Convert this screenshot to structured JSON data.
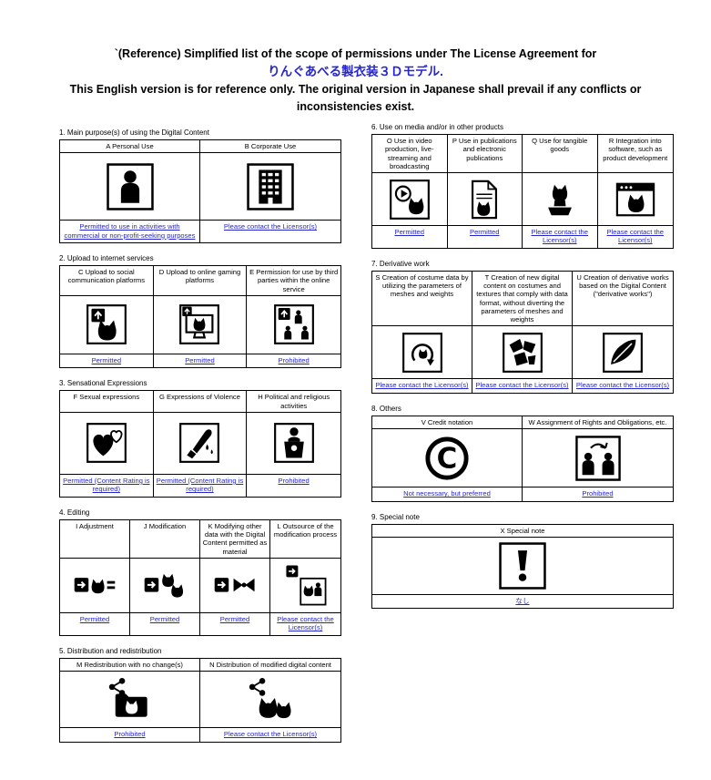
{
  "page": {
    "title_prefix": "`(Reference) Simplified list of the scope of permissions under The License Agreement for",
    "title_model": "りんぐあべる製衣装３Ｄモデル.",
    "disclaimer": "This English version is for reference only. The original version in Japanese shall prevail if any conflicts or inconsistencies exist."
  },
  "colors": {
    "accent": "#2626cd",
    "text": "#000000"
  },
  "sections": [
    {
      "title": "1. Main purpose(s) of using the Digital Content",
      "items": [
        {
          "label": "A Personal Use",
          "icon": "person-icon",
          "status": "Permitted to use in activities with commercial or non-profit-seeking purposes"
        },
        {
          "label": "B  Corporate Use",
          "icon": "building-icon",
          "status": "Please contact the Licensor(s)"
        }
      ]
    },
    {
      "title": "2. Upload to internet services",
      "items": [
        {
          "label": "C Upload to social communication platforms",
          "icon": "upload-social-icon",
          "status": "Permitted"
        },
        {
          "label": "D Upload to online gaming platforms",
          "icon": "upload-gaming-icon",
          "status": "Permitted"
        },
        {
          "label": "E Permission for use by third parties within the online service",
          "icon": "third-party-icon",
          "status": "Prohibited"
        }
      ]
    },
    {
      "title": "3. Sensational Expressions",
      "items": [
        {
          "label": "F Sexual expressions",
          "icon": "hearts-icon",
          "status": "Permitted (Content Rating is required)"
        },
        {
          "label": "G Expressions of Violence",
          "icon": "violence-icon",
          "status": "Permitted (Content Rating is required)"
        },
        {
          "label": "H Political and religious activities",
          "icon": "political-icon",
          "status": "Prohibited"
        }
      ]
    },
    {
      "title": "4. Editing",
      "items": [
        {
          "label": "I Adjustment",
          "icon": "adjustment-icon",
          "status": "Permitted"
        },
        {
          "label": "J Modification",
          "icon": "modification-icon",
          "status": "Permitted"
        },
        {
          "label": "K Modifying other data with the Digital Content permitted as material",
          "icon": "material-icon",
          "status": "Permitted"
        },
        {
          "label": "L Outsource of the modification process",
          "icon": "outsource-icon",
          "status": "Please contact the Licensor(s)"
        }
      ]
    },
    {
      "title": "5. Distribution and redistribution",
      "items": [
        {
          "label": "M Redistribution with no change(s)",
          "icon": "redistribution-icon",
          "status": "Prohibited"
        },
        {
          "label": "N Distribution of modified digital content",
          "icon": "distribute-modified-icon",
          "status": "Please contact the Licensor(s)"
        }
      ]
    },
    {
      "title": "6. Use on media and/or in other products",
      "items": [
        {
          "label": "O Use in video production, live-streaming and broadcasting",
          "icon": "video-icon",
          "status": "Permitted"
        },
        {
          "label": "P Use in publications and electronic publications",
          "icon": "publication-icon",
          "status": "Permitted"
        },
        {
          "label": "Q Use for tangible goods",
          "icon": "goods-icon",
          "status": "Please contact the Licensor(s)"
        },
        {
          "label": "R Integration into software, such as product development",
          "icon": "software-icon",
          "status": "Please contact the Licensor(s)"
        }
      ]
    },
    {
      "title": "7. Derivative work",
      "items": [
        {
          "label": "S Creation of costume data by utilizing the parameters of meshes and weights",
          "icon": "costume-data-icon",
          "status": "Please contact the Licensor(s)"
        },
        {
          "label": "T Creation of new digital content on costumes and textures that comply with data format, without diverting the parameters of meshes and weights",
          "icon": "new-content-icon",
          "status": "Please contact the Licensor(s)"
        },
        {
          "label": "U Creation of derivative works based on the Digital Content (\"derivative works\")",
          "icon": "derivative-pen-icon",
          "status": "Please contact the Licensor(s)"
        }
      ]
    },
    {
      "title": "8. Others",
      "items": [
        {
          "label": "V Credit notation",
          "icon": "copyright-icon",
          "status": "Not necessary, but preferred"
        },
        {
          "label": "W Assignment of Rights and Obligations, etc.",
          "icon": "assignment-icon",
          "status": "Prohibited"
        }
      ]
    },
    {
      "title": "9. Special note",
      "items": [
        {
          "label": "X Special note",
          "icon": "exclamation-icon",
          "status": "なし"
        }
      ]
    }
  ]
}
